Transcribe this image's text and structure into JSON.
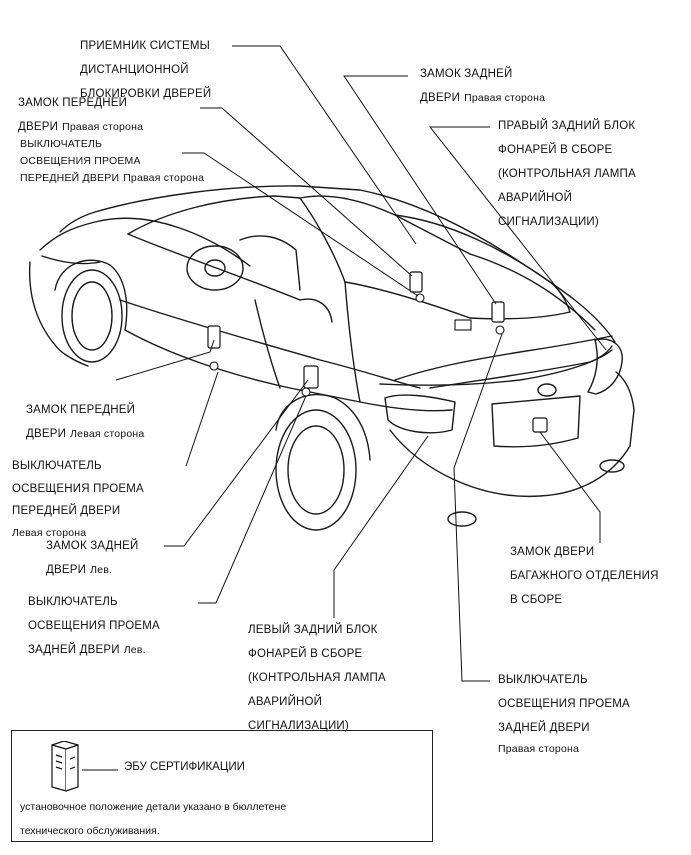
{
  "labels": {
    "receiver": [
      "ПРИЕМНИК СИСТЕМЫ",
      "ДИСТАНЦИОННОЙ",
      "БЛОКИРОВКИ ДВЕРЕЙ"
    ],
    "front_door_lock_right": {
      "lines": [
        "ЗАМОК ПЕРЕДНЕЙ",
        "ДВЕРИ"
      ],
      "side": "Правая сторона"
    },
    "front_courtesy_switch_right": {
      "lines": [
        "ВЫКЛЮЧАТЕЛЬ",
        "ОСВЕЩЕНИЯ ПРОЕМА",
        "ПЕРЕДНЕЙ ДВЕРИ"
      ],
      "side": "Правая сторона"
    },
    "rear_door_lock_right": {
      "lines": [
        "ЗАМОК ЗАДНЕЙ",
        "ДВЕРИ"
      ],
      "side": "Правая сторона"
    },
    "rear_combination_light_right": [
      "ПРАВЫЙ ЗАДНИЙ БЛОК",
      "ФОНАРЕЙ В СБОРЕ",
      "(КОНТРОЛЬНАЯ ЛАМПА",
      "АВАРИЙНОЙ",
      "СИГНАЛИЗАЦИИ)"
    ],
    "front_door_lock_left": {
      "lines": [
        "ЗАМОК ПЕРЕДНЕЙ",
        "ДВЕРИ"
      ],
      "side": "Левая сторона"
    },
    "front_courtesy_switch_left": {
      "lines": [
        "ВЫКЛЮЧАТЕЛЬ",
        "ОСВЕЩЕНИЯ ПРОЕМА",
        "ПЕРЕДНЕЙ ДВЕРИ"
      ],
      "side": "Левая сторона"
    },
    "rear_door_lock_left": {
      "lines": [
        "ЗАМОК ЗАДНЕЙ",
        "ДВЕРИ"
      ],
      "side": "Лев."
    },
    "rear_courtesy_switch_left": {
      "lines": [
        "ВЫКЛЮЧАТЕЛЬ",
        "ОСВЕЩЕНИЯ ПРОЕМА",
        "ЗАДНЕЙ ДВЕРИ"
      ],
      "side": "Лев."
    },
    "rear_combination_light_left": [
      "ЛЕВЫЙ ЗАДНИЙ БЛОК",
      "ФОНАРЕЙ В СБОРЕ",
      "(КОНТРОЛЬНАЯ ЛАМПА",
      "АВАРИЙНОЙ",
      "СИГНАЛИЗАЦИИ)"
    ],
    "luggage_door_lock": [
      "ЗАМОК ДВЕРИ",
      "БАГАЖНОГО ОТДЕЛЕНИЯ",
      "В СБОРЕ"
    ],
    "rear_courtesy_switch_right": {
      "lines": [
        "ВЫКЛЮЧАТЕЛЬ",
        "ОСВЕЩЕНИЯ ПРОЕМА",
        "ЗАДНЕЙ ДВЕРИ"
      ],
      "side": "Правая сторона"
    }
  },
  "legend": {
    "ecu_label": "ЭБУ СЕРТИФИКАЦИИ",
    "note_lines": [
      "установочное положение детали указано в бюллетене",
      "технического обслуживания."
    ]
  },
  "icons": [
    "car-outline-icon",
    "ecu-module-icon",
    "door-lock-icon",
    "courtesy-switch-icon"
  ]
}
